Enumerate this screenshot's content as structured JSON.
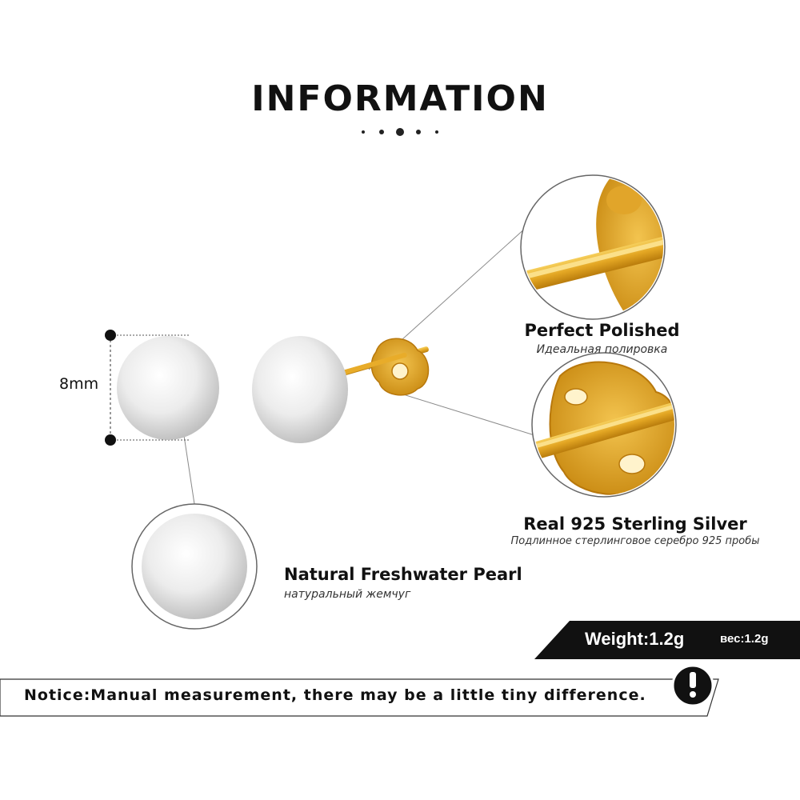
{
  "header": {
    "title": "INFORMATION"
  },
  "dimension": {
    "size_label": "8mm"
  },
  "features": [
    {
      "title": "Perfect  Polished",
      "subtitle": "Идеальная полировка"
    },
    {
      "title": "Real 925  Sterling  Silver",
      "subtitle": "Подлинное стерлинговое серебро 925 пробы"
    },
    {
      "title": "Natural Freshwater Pearl",
      "subtitle": "натуральный жемчуг"
    }
  ],
  "weight": {
    "label": "Weight:1.2g",
    "label_ru": "вес:1.2g"
  },
  "notice": {
    "text": "Notice:Manual measurement, there may be a little tiny difference.",
    "icon": "exclamation-icon"
  },
  "colors": {
    "gold": "#e3a623",
    "pearl": "#e6e6e6",
    "banner": "#111111"
  }
}
